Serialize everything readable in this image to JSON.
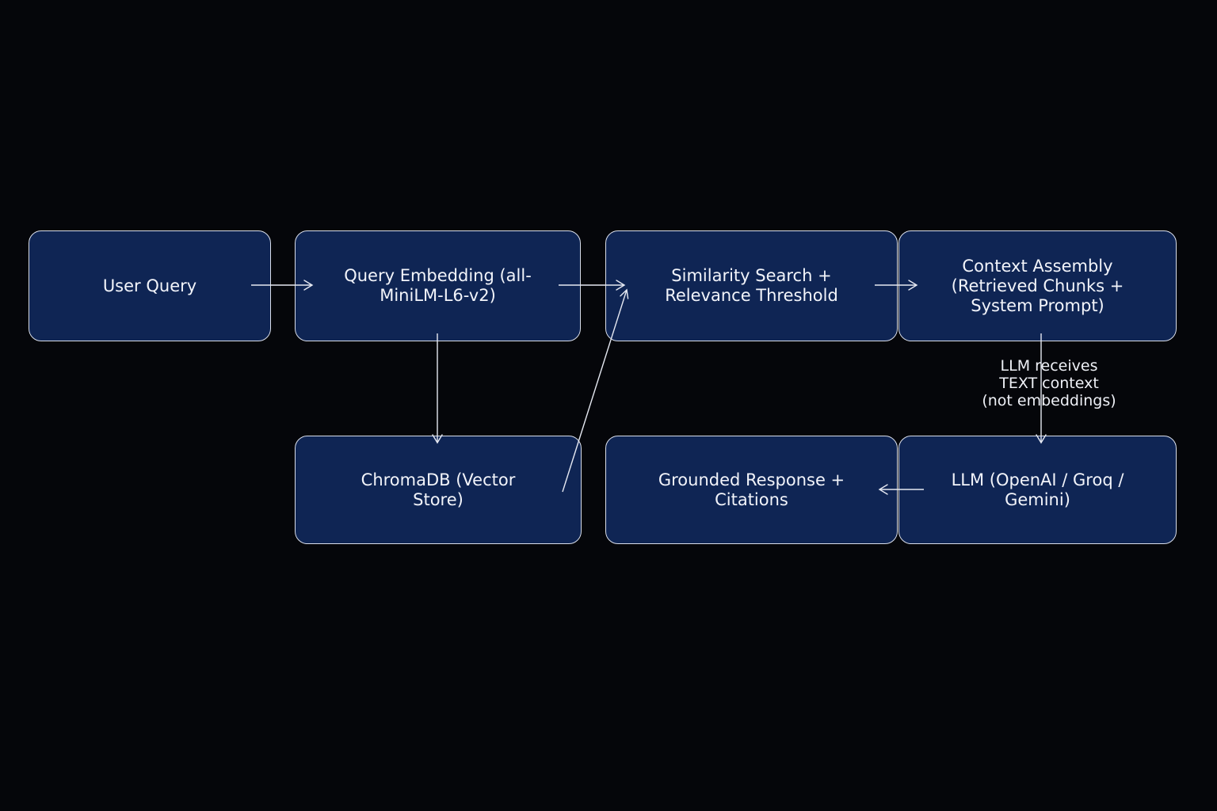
{
  "nodes": {
    "user_query": "User Query",
    "query_embedding": "Query Embedding (all-\nMiniLM-L6-v2)",
    "similarity_search": "Similarity Search +\nRelevance Threshold",
    "context_assembly": "Context Assembly\n(Retrieved Chunks +\nSystem Prompt)",
    "chromadb": "ChromaDB (Vector\nStore)",
    "grounded_response": "Grounded Response +\nCitations",
    "llm": "LLM (OpenAI / Groq /\nGemini)"
  },
  "edge_label": "LLM receives\nTEXT context\n(not embeddings)",
  "colors": {
    "background": "#05060a",
    "node_fill": "#0f2554",
    "node_border": "#d9deea",
    "text": "#f2f4fa"
  }
}
